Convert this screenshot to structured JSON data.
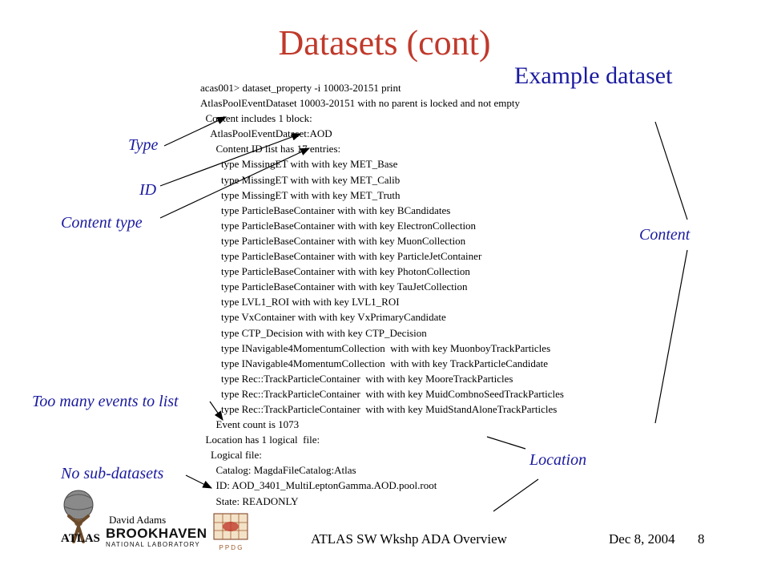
{
  "slide": {
    "title": "Datasets (cont)",
    "subtitle": "Example dataset"
  },
  "annotations": {
    "type": "Type",
    "id": "ID",
    "content_type": "Content type",
    "content": "Content",
    "too_many": "Too many events to list",
    "location": "Location",
    "no_sub": "No sub-datasets"
  },
  "code_lines": [
    "acas001> dataset_property -i 10003-20151 print",
    "AtlasPoolEventDataset 10003-20151 with no parent is locked and not empty",
    "  Content includes 1 block:",
    "    AtlasPoolEventDataset:AOD",
    "      Content ID list has 17 entries:",
    "        type MissingET with with key MET_Base",
    "        type MissingET with with key MET_Calib",
    "        type MissingET with with key MET_Truth",
    "        type ParticleBaseContainer with with key BCandidates",
    "        type ParticleBaseContainer with with key ElectronCollection",
    "        type ParticleBaseContainer with with key MuonCollection",
    "        type ParticleBaseContainer with with key ParticleJetContainer",
    "        type ParticleBaseContainer with with key PhotonCollection",
    "        type ParticleBaseContainer with with key TauJetCollection",
    "        type LVL1_ROI with with key LVL1_ROI",
    "        type VxContainer with with key VxPrimaryCandidate",
    "        type CTP_Decision with with key CTP_Decision",
    "        type INavigable4MomentumCollection  with with key MuonboyTrackParticles",
    "        type INavigable4MomentumCollection  with with key TrackParticleCandidate",
    "        type Rec::TrackParticleContainer  with with key MooreTrackParticles",
    "        type Rec::TrackParticleContainer  with with key MuidCombnoSeedTrackParticles",
    "        type Rec::TrackParticleContainer  with with key MuidStandAloneTrackParticles",
    "      Event count is 1073",
    "  Location has 1 logical  file:",
    "    Logical file:",
    "      Catalog: MagdaFileCatalog:Atlas",
    "      ID: AOD_3401_MultiLeptonGamma.AOD.pool.root",
    "      State: READONLY"
  ],
  "footer": {
    "author": "David Adams",
    "atlas": "ATLAS",
    "lab_name": "BROOKHAVEN",
    "lab_sub": "NATIONAL LABORATORY",
    "ppdg": "P P D G",
    "center": "ATLAS SW Wkshp     ADA Overview",
    "date": "Dec 8, 2004",
    "page": "8"
  },
  "colors": {
    "title": "#c0392b",
    "accent": "#1a1aa0"
  }
}
